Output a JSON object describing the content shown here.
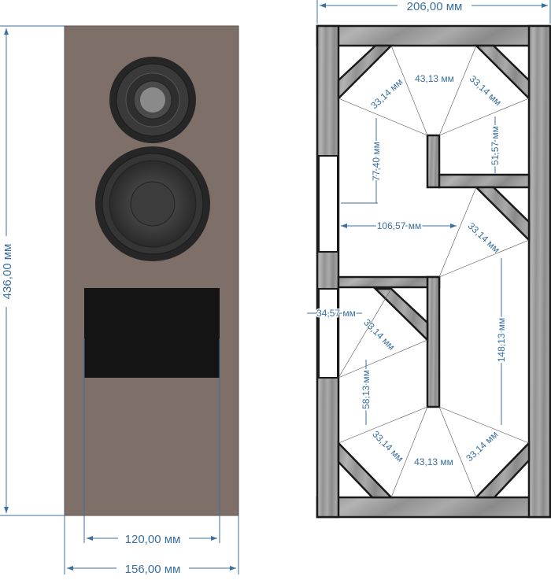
{
  "colors": {
    "panel": "#7e6f68",
    "dimension": "#3a6f9e",
    "wall": "#9c9c9c",
    "driver": "#2b2b2b",
    "port": "#141414"
  },
  "front_view": {
    "height_label": "436,00 мм",
    "port_width_label": "120,00 мм",
    "width_label": "156,00 мм"
  },
  "section_view": {
    "width_label": "206,00 мм",
    "labels": {
      "top_center": "43,13 мм",
      "top_left_diag": "33,14 мм",
      "top_right_diag": "33,14 мм",
      "upper_left_vertical": "77,40 мм",
      "upper_right_vertical": "51,57 мм",
      "middle_horizontal": "106,57 мм",
      "middle_right_diag": "33,14 мм",
      "port_depth": "34,57 мм",
      "lower_left_diag": "33,14 мм",
      "lower_right_vertical": "148,13 мм",
      "lower_left_vertical": "58,13 мм",
      "bottom_left_diag": "33,14 мм",
      "bottom_center": "43,13 мм",
      "bottom_right_diag": "33,14 мм"
    }
  }
}
